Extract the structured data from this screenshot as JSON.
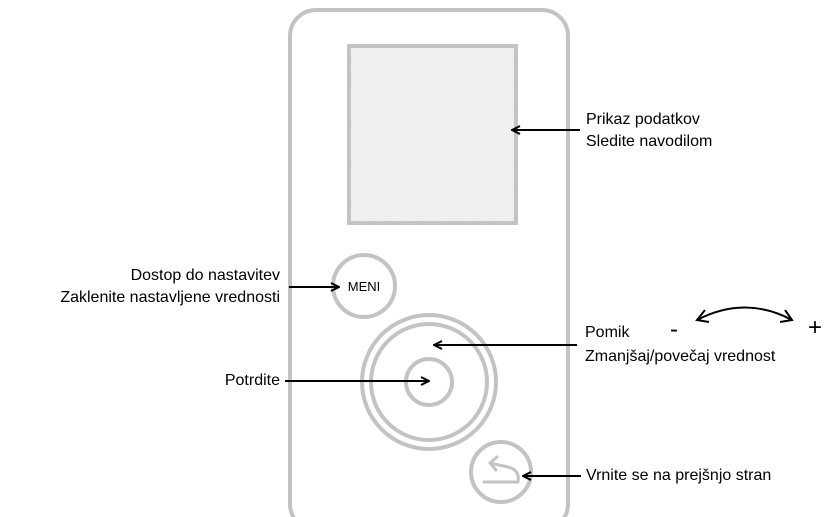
{
  "device": {
    "menu_button_label": "MENI",
    "colors": {
      "outline": "#c3c3c3",
      "screen_fill": "#eeeeee",
      "arrow": "#000000"
    },
    "icons": {
      "back_button": "return-arrow-icon",
      "scroll_indicator": "curved-double-arrow-icon"
    }
  },
  "labels": {
    "display_line1": "Prikaz podatkov",
    "display_line2": "Sledite navodilom",
    "menu_line1": "Dostop do nastavitev",
    "menu_line2": "Zaklenite nastavljene vrednosti",
    "scroll_line1": "Pomik",
    "scroll_line2": "Zmanjšaj/povečaj vrednost",
    "scroll_minus": "-",
    "scroll_plus": "+",
    "confirm": "Potrdite",
    "back": "Vrnite se na prejšnjo stran"
  }
}
